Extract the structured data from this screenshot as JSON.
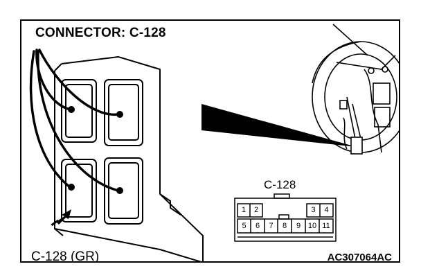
{
  "diagram": {
    "title": "CONNECTOR: C-128",
    "zoom_label": "C-128",
    "connector_label": "C-128 (GR)",
    "figure_code": "AC307064AC",
    "pins_top": [
      "1",
      "2",
      "3",
      "4"
    ],
    "pins_bottom": [
      "5",
      "6",
      "7",
      "8",
      "9",
      "10",
      "11"
    ]
  }
}
